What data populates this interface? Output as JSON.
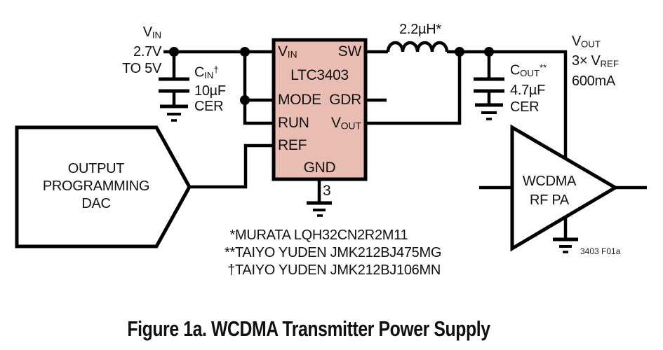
{
  "colors": {
    "line": "#000000",
    "chip_fill": "#eabdb2",
    "background": "#ffffff"
  },
  "source": {
    "v": "V",
    "v_sub": "IN",
    "range_line1": "2.7V",
    "range_line2": "TO 5V"
  },
  "input_cap": {
    "c": "C",
    "c_sub": "IN",
    "marker": "†",
    "value": "10µF",
    "dielectric": "CER"
  },
  "chip": {
    "part_number": "LTC3403",
    "pin_vin": {
      "main": "V",
      "sub": "IN"
    },
    "pin_mode": "MODE",
    "pin_run": "RUN",
    "pin_ref": "REF",
    "pin_sw": "SW",
    "pin_gdr": "GDR",
    "pin_vout": {
      "main": "V",
      "sub": "OUT"
    },
    "pin_gnd": "GND",
    "gnd_pin_number": "3"
  },
  "inductor": {
    "value": "2.2µH*"
  },
  "output_cap": {
    "c": "C",
    "c_sub": "OUT",
    "marker": "**",
    "value": "4.7µF",
    "dielectric": "CER"
  },
  "output": {
    "v": "V",
    "v_sub": "OUT",
    "ratio_prefix": "3× V",
    "ratio_sub": "REF",
    "current": "600mA"
  },
  "dac": {
    "line1": "OUTPUT",
    "line2": "PROGRAMMING",
    "line3": "DAC"
  },
  "pa": {
    "line1": "WCDMA",
    "line2": "RF PA"
  },
  "notes": [
    {
      "marker": "*",
      "text": "MURATA LQH32CN2R2M11"
    },
    {
      "marker": "**",
      "text": "TAIYO YUDEN JMK212BJ475MG"
    },
    {
      "marker": "†",
      "text": "TAIYO YUDEN JMK212BJ106MN"
    }
  ],
  "figure_code": "3403 F01a",
  "caption": "Figure 1a. WCDMA Transmitter Power Supply"
}
